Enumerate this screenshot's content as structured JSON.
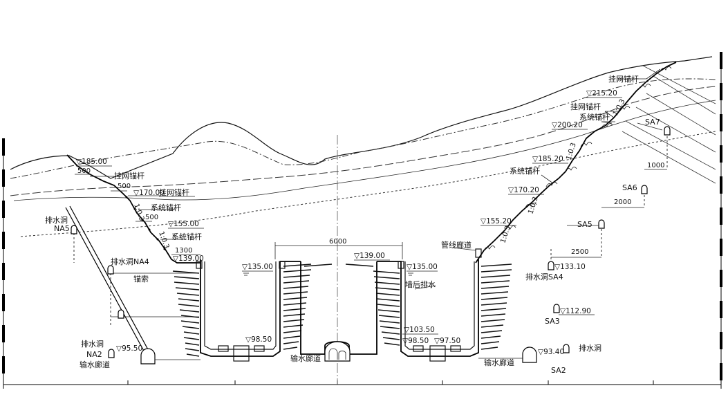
{
  "labels": {
    "gw_bolt_tr": "挂网锚杆",
    "gw_bolt_r2": "挂网锚杆",
    "sys_bolt_r1": "系统锚杆",
    "sys_bolt_r2": "系统锚杆",
    "gw_bolt_l1": "挂网锚杆",
    "gw_bolt_l2": "挂网锚杆",
    "sys_bolt_l1": "系统锚杆",
    "sys_bolt_l2": "系统锚杆",
    "drain_na5_cn": "排水洞",
    "drain_na5_id": "NA5",
    "drain_na4": "排水洞NA4",
    "anchor_cable": "锚索",
    "drain_na2_cn": "排水洞",
    "drain_na2_id": "NA2",
    "water_gallery_l": "输水廊道",
    "water_gallery_c": "输水廊道",
    "water_gallery_r": "输水廊道",
    "pipe_gallery": "管线廊道",
    "wall_drain": "墙后排水",
    "drain_sa4": "排水洞SA4",
    "sa7": "SA7",
    "sa6": "SA6",
    "sa5": "SA5",
    "sa3": "SA3",
    "sa2_cn": "排水洞",
    "sa2_id": "SA2"
  },
  "elevations": {
    "e215_20": "▽215.20",
    "e200_20": "▽200.20",
    "e185_20": "▽185.20",
    "e170_20": "▽170.20",
    "e155_20": "▽155.20",
    "e185_00": "▽185.00",
    "e170_00": "▽170.00",
    "e155_00": "▽155.00",
    "e139_00l": "▽139.00",
    "e139_00c": "▽139.00",
    "e135_00l": "▽135.00",
    "e135_00r": "▽135.00",
    "e133_10": "▽133.10",
    "e112_90": "▽112.90",
    "e103_50": "▽103.50",
    "e98_50l": "▽98.50",
    "e98_50r": "▽98.50",
    "e97_50": "▽97.50",
    "e95_50": "▽95.50",
    "e93_40": "▽93.40"
  },
  "dimensions": {
    "d6000": "6000",
    "d1000": "1000",
    "d2000": "2000",
    "d2500": "2500",
    "d1300": "1300",
    "d500a": "500",
    "d500b": "500",
    "d500c": "500"
  },
  "slopes": {
    "s_l1": "1:0.3",
    "s_l2": "1:0.3",
    "s_r1": "1:0.3",
    "s_r2": "1:0.3",
    "s_r3": "1:0.3",
    "s_r4": "1:0.3"
  }
}
